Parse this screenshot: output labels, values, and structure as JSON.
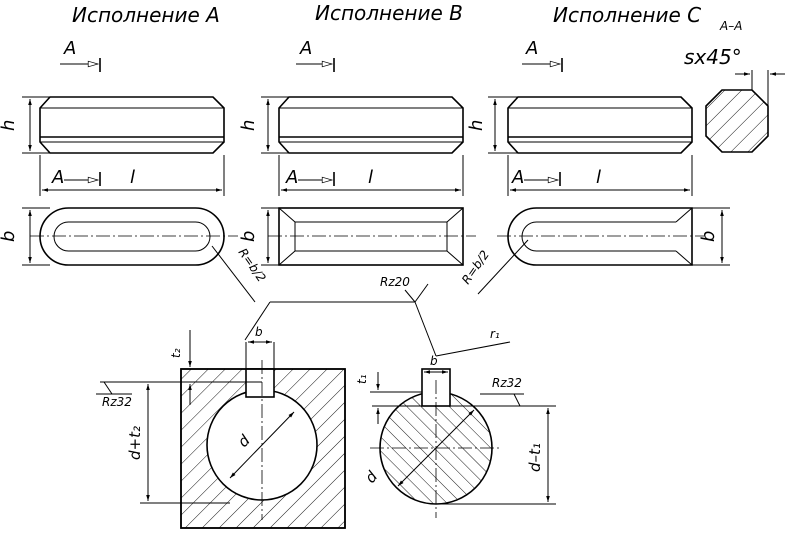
{
  "variants": [
    {
      "title": "Исполнение A",
      "section_mark": "A",
      "height_label": "h",
      "length_label": "l",
      "width_label": "b"
    },
    {
      "title": "Исполнение B",
      "section_mark": "A",
      "height_label": "h",
      "length_label": "l",
      "width_label": "b"
    },
    {
      "title": "Исполнение C",
      "section_mark": "A",
      "height_label": "h",
      "length_label": "l",
      "width_label": "b"
    }
  ],
  "section": {
    "title": "A–A",
    "chamfer": "sx45°"
  },
  "radius_label": "R=b/2",
  "roughness": {
    "top": "Rz20",
    "left": "Rz32",
    "right": "Rz32"
  },
  "hub": {
    "t_label": "t₂",
    "b_label": "b",
    "dim_label": "d+t₂",
    "d_label": "d"
  },
  "shaft": {
    "t_label": "t₁",
    "b_label": "b",
    "r_label": "r₁",
    "dim_label": "d–t₁",
    "d_label": "d"
  }
}
